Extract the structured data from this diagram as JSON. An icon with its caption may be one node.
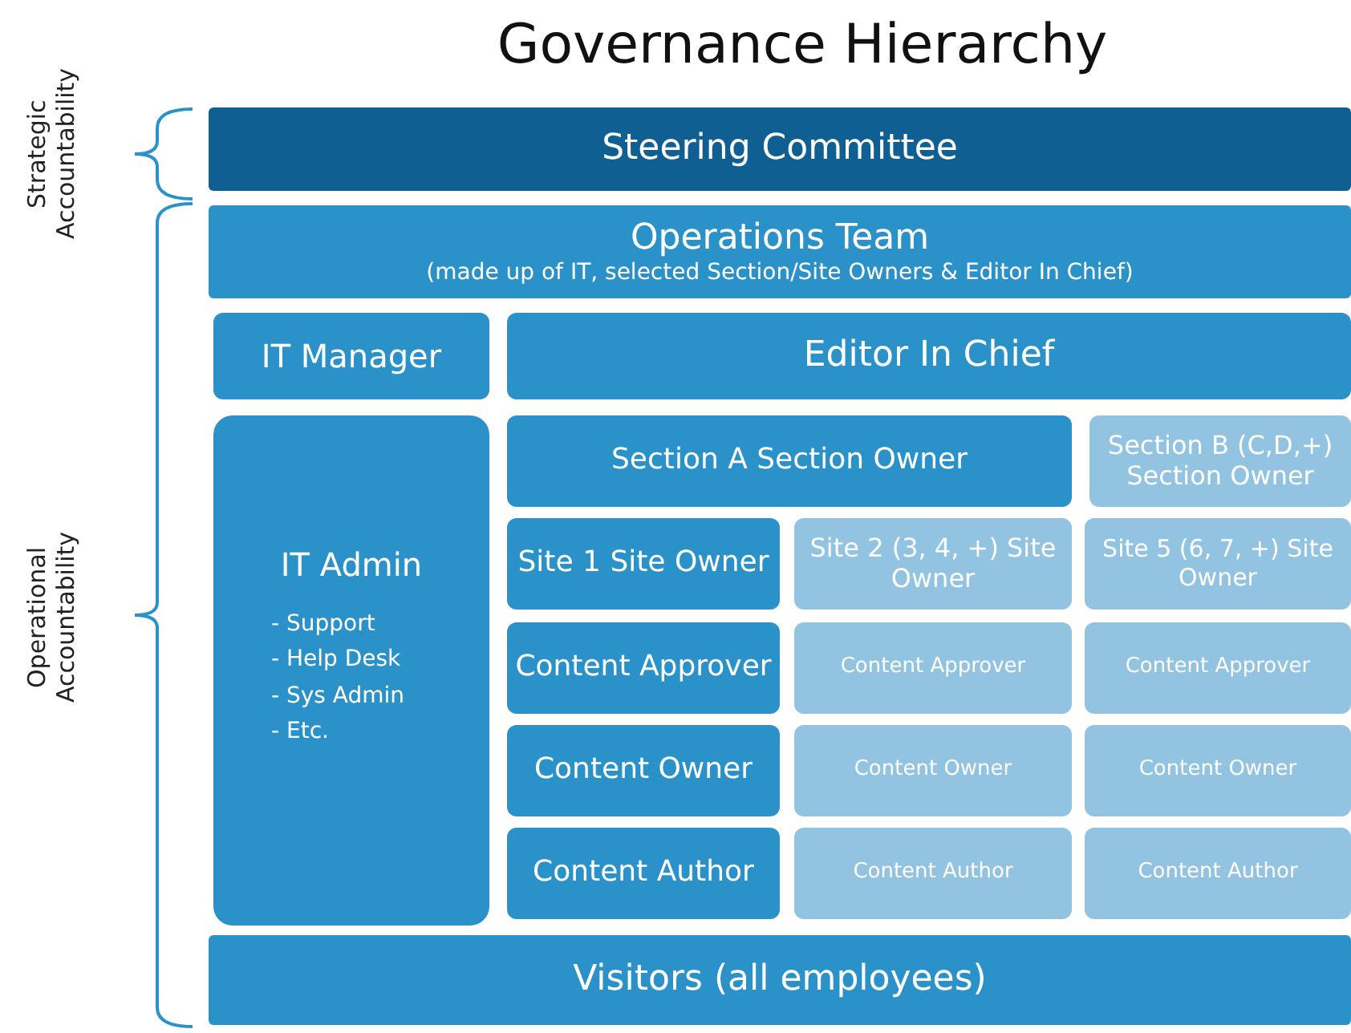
{
  "diagram": {
    "title": "Governance Hierarchy",
    "nodes": [
      {
        "text": [
          "Steering Committee"
        ]
      },
      {
        "text": [
          "Operations Team",
          "(made up of IT, selected Section/Site Owners & Editor In Chief)"
        ]
      },
      {
        "text": [
          "IT Manager"
        ]
      },
      {
        "text": [
          "Editor In Chief"
        ]
      },
      {
        "text": [
          "IT Admin",
          "- Support",
          "- Help Desk",
          "- Sys Admin",
          "- Etc."
        ]
      },
      {
        "text": [
          "Section A Section Owner"
        ]
      },
      {
        "text": [
          "Section B (C,D,+) Section Owner"
        ]
      },
      {
        "text": [
          "Site 1 Site Owner"
        ]
      },
      {
        "text": [
          "Site 2 (3, 4, +) Site Owner"
        ]
      },
      {
        "text": [
          "Site 5 (6, 7, +) Site Owner"
        ]
      },
      {
        "text": [
          "Content Approver"
        ]
      },
      {
        "text": [
          "Content Approver"
        ]
      },
      {
        "text": [
          "Content Approver"
        ]
      },
      {
        "text": [
          "Content Owner"
        ]
      },
      {
        "text": [
          "Content Owner"
        ]
      },
      {
        "text": [
          "Content Owner"
        ]
      },
      {
        "text": [
          "Content Author"
        ]
      },
      {
        "text": [
          "Content Author"
        ]
      },
      {
        "text": [
          "Content Author"
        ]
      },
      {
        "text": [
          "Visitors (all employees)"
        ]
      }
    ],
    "edges": [],
    "labels": [
      "Strategic Accountability",
      "Operational Accountability"
    ]
  }
}
